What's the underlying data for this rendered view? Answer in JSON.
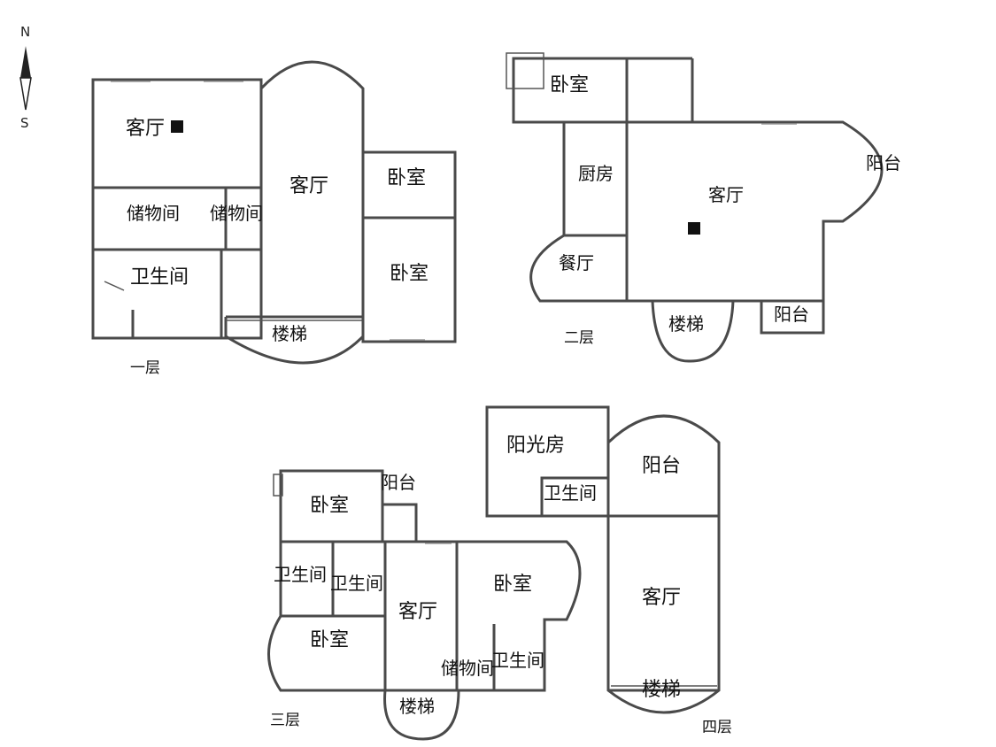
{
  "compass": {
    "north": "N",
    "south": "S"
  },
  "floors": [
    {
      "label": "一层",
      "rooms": [
        "客厅",
        "客厅",
        "储物间",
        "储物间",
        "卧室",
        "卫生间",
        "卧室",
        "楼梯"
      ]
    },
    {
      "label": "二层",
      "rooms": [
        "卧室",
        "厨房",
        "客厅",
        "阳台",
        "餐厅",
        "楼梯",
        "阳台"
      ]
    },
    {
      "label": "三层",
      "rooms": [
        "阳台",
        "卧室",
        "卫生间",
        "卫生间",
        "卧室",
        "客厅",
        "卧室",
        "储物间",
        "卫生间",
        "楼梯"
      ]
    },
    {
      "label": "四层",
      "rooms": [
        "阳光房",
        "阳台",
        "卫生间",
        "客厅",
        "楼梯"
      ]
    }
  ]
}
